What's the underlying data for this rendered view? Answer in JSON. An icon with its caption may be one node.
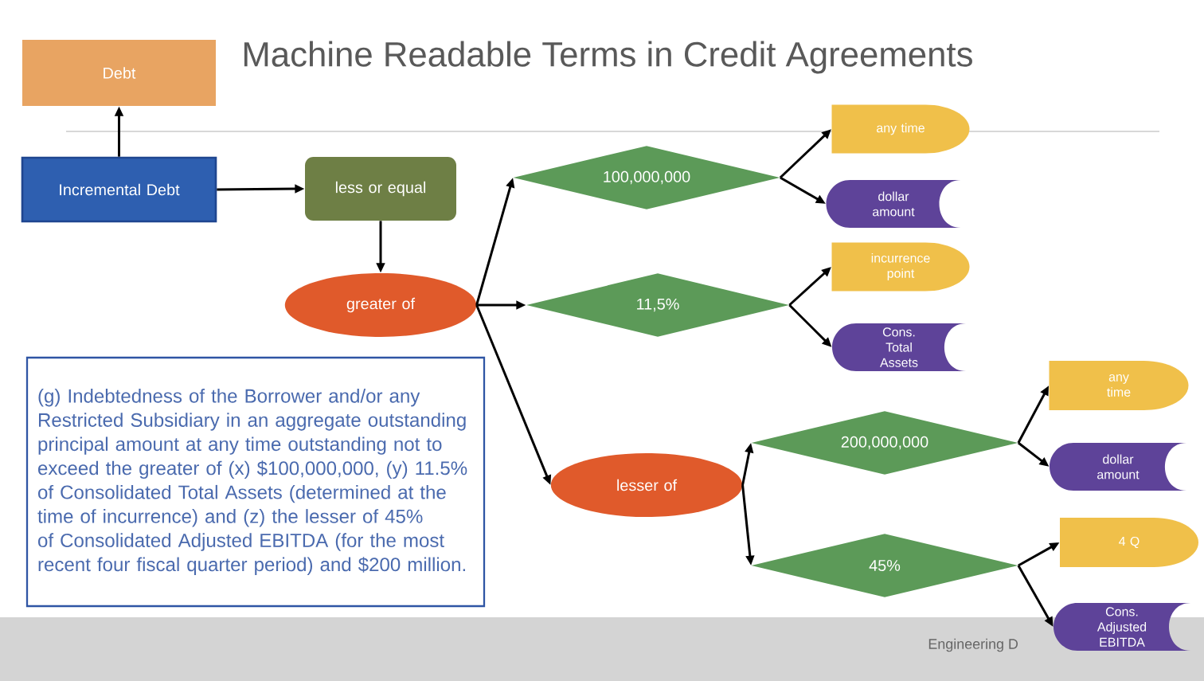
{
  "diagram": {
    "title": "Machine Readable Terms in Credit Agreements",
    "nodes": [
      {
        "text": [
          "Debt"
        ]
      },
      {
        "text": [
          "Incremental Debt"
        ]
      },
      {
        "text": [
          "less or equal"
        ]
      },
      {
        "text": [
          "greater of"
        ]
      },
      {
        "text": [
          "100,000,000"
        ]
      },
      {
        "text": [
          "any time"
        ]
      },
      {
        "text": [
          "dollar amount"
        ]
      },
      {
        "text": [
          "11,5%"
        ]
      },
      {
        "text": [
          "incurrence point"
        ]
      },
      {
        "text": [
          "Cons. Total Assets"
        ]
      },
      {
        "text": [
          "lesser of"
        ]
      },
      {
        "text": [
          "200,000,000"
        ]
      },
      {
        "text": [
          "any time"
        ]
      },
      {
        "text": [
          "dollar amount"
        ]
      },
      {
        "text": [
          "45%"
        ]
      },
      {
        "text": [
          "4 Q"
        ]
      },
      {
        "text": [
          "Cons. Adjusted EBITDA"
        ]
      },
      {
        "text": [
          "(g) Indebtedness of the Borrower and/or any Restricted Subsidiary in an aggregate outstanding principal amount at any time outstanding not to exceed the greater of (x) $100,000,000, (y) 11.5% of Consolidated Total Assets  (determined at the time of incurrence) and (z) the lesser of 45% of Consolidated Adjusted EBITDA (for the most recent four fiscal quarter period) and $200 million."
        ]
      }
    ],
    "edges": [
      {
        "from": 1,
        "to": 0,
        "arrow": "to"
      },
      {
        "from": 1,
        "to": 2,
        "arrow": "to"
      },
      {
        "from": 2,
        "to": 3,
        "arrow": "to"
      },
      {
        "from": 3,
        "to": 4,
        "arrow": "to"
      },
      {
        "from": 3,
        "to": 7,
        "arrow": "to"
      },
      {
        "from": 3,
        "to": 10,
        "arrow": "to"
      },
      {
        "from": 4,
        "to": 5,
        "arrow": "to"
      },
      {
        "from": 4,
        "to": 6,
        "arrow": "to"
      },
      {
        "from": 7,
        "to": 8,
        "arrow": "to"
      },
      {
        "from": 7,
        "to": 9,
        "arrow": "to"
      },
      {
        "from": 10,
        "to": 11,
        "arrow": "to"
      },
      {
        "from": 10,
        "to": 14,
        "arrow": "to"
      },
      {
        "from": 11,
        "to": 12,
        "arrow": "to"
      },
      {
        "from": 11,
        "to": 13,
        "arrow": "to"
      },
      {
        "from": 14,
        "to": 15,
        "arrow": "to"
      },
      {
        "from": 14,
        "to": 16,
        "arrow": "to"
      }
    ],
    "labels": [
      "Engineering D"
    ]
  }
}
